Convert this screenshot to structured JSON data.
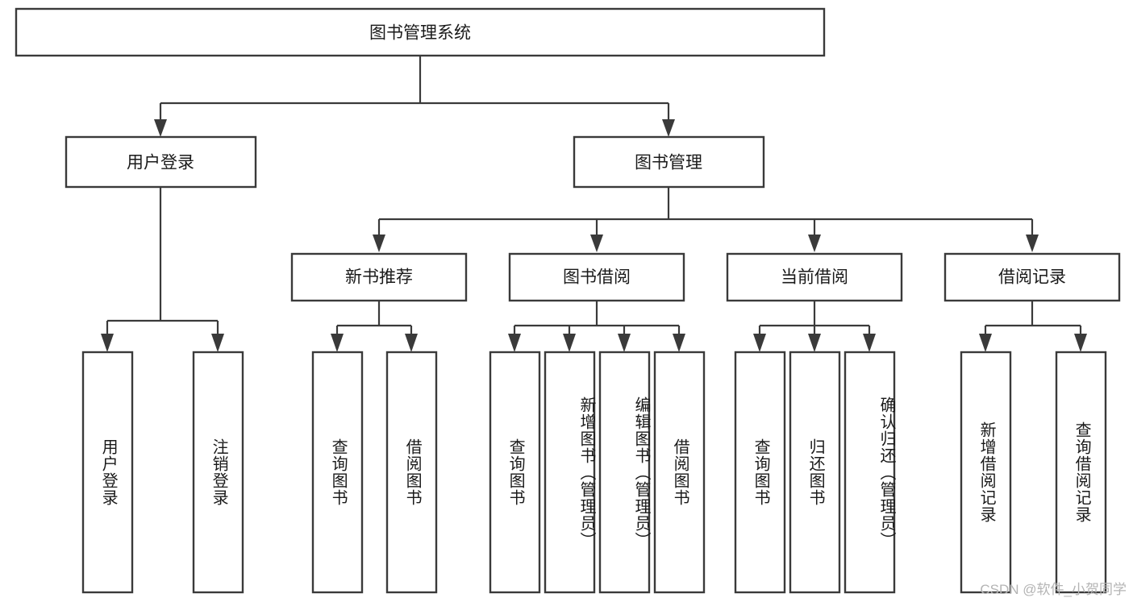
{
  "diagram": {
    "title": "图书管理系统",
    "type": "hierarchy-tree",
    "root": {
      "label": "图书管理系统"
    },
    "level2": [
      {
        "label": "用户登录"
      },
      {
        "label": "图书管理"
      }
    ],
    "level3": [
      {
        "label": "新书推荐"
      },
      {
        "label": "图书借阅"
      },
      {
        "label": "当前借阅"
      },
      {
        "label": "借阅记录"
      }
    ],
    "leaves": {
      "user_login": [
        "用户登录",
        "注销登录"
      ],
      "new_book_recommend": [
        "查询图书",
        "借阅图书"
      ],
      "book_borrow": [
        "查询图书",
        "新增图书（管理员）",
        "编辑图书（管理员）",
        "借阅图书"
      ],
      "current_borrow": [
        "查询图书",
        "归还图书",
        "确认归还（管理员）"
      ],
      "borrow_record": [
        "新增借阅记录",
        "查询借阅记录"
      ]
    }
  },
  "watermark": {
    "text": "CSDN @软件_小贺同学"
  },
  "colors": {
    "stroke": "#3a3a3a",
    "fill": "#ffffff",
    "text": "#1a1a1a",
    "watermark": "#b4b4b4"
  }
}
